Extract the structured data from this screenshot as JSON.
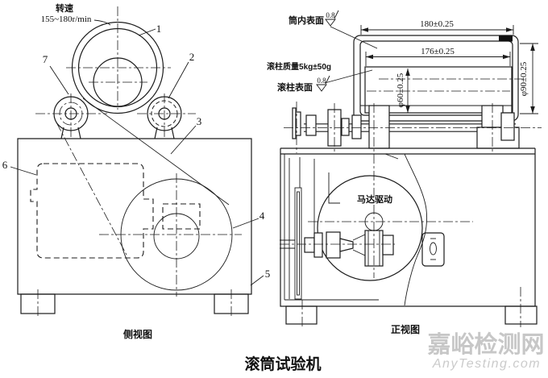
{
  "title": "滚筒试验机",
  "captions": {
    "side": "侧视图",
    "front": "正视图"
  },
  "annotations": {
    "speed_label": "转速",
    "speed_value": "155~180r/min",
    "drum_inner_surface": "筒内表面",
    "drum_inner_roughness": "0.8",
    "roller_mass": "滚柱质量5kg±50g",
    "roller_surface": "滚柱表面",
    "roller_roughness": "0.8",
    "motor_drive": "马达驱动"
  },
  "dimensions": {
    "drum_length_outer": "180±0.25",
    "drum_length_inner": "176±0.25",
    "roller_diameter": "φ60±0.25",
    "drum_diameter": "φ90±0.25"
  },
  "part_labels": [
    "1",
    "2",
    "3",
    "4",
    "5",
    "6",
    "7"
  ],
  "watermark": {
    "cn": "嘉峪检测网",
    "en": "AnyTesting.com",
    "color": "#c7c7c7"
  },
  "colors": {
    "line": "#1c1c1c",
    "background": "#ffffff"
  }
}
